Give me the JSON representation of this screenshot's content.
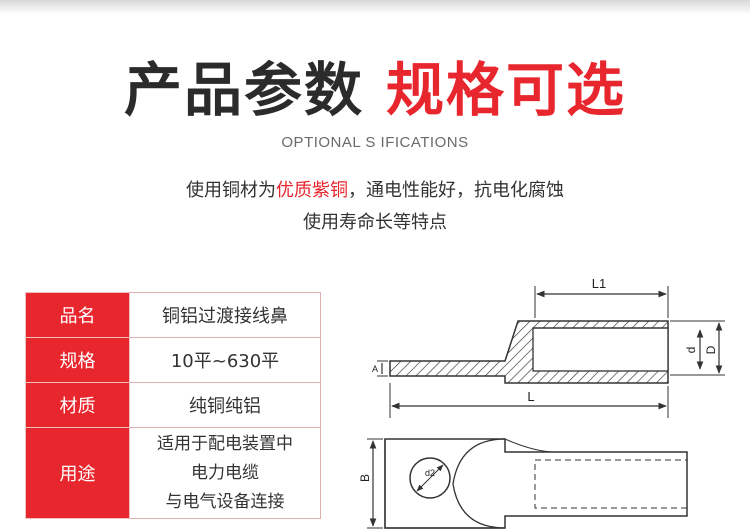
{
  "title": {
    "part1": "产品参数",
    "part2": "规格可选"
  },
  "subtitle": "OPTIONAL S IFICATIONS",
  "description": {
    "line1_prefix": "使用铜材为",
    "line1_highlight": "优质紫铜",
    "line1_suffix": "，通电性能好，抗电化腐蚀",
    "line2": "使用寿命长等特点"
  },
  "spec_table": {
    "rows": [
      {
        "key": "品名",
        "value": "铜铝过渡接线鼻"
      },
      {
        "key": "规格",
        "value": "10平~630平"
      },
      {
        "key": "材质",
        "value": "纯铜纯铝"
      },
      {
        "key": "用途",
        "value_lines": [
          "适用于配电装置中",
          "电力电缆",
          "与电气设备连接"
        ]
      }
    ]
  },
  "diagram": {
    "labels": {
      "l1": "L1",
      "l": "L",
      "d_small": "d",
      "d_big": "D",
      "a": "A",
      "b": "B",
      "d2": "d2"
    }
  },
  "colors": {
    "accent": "#e8262d",
    "dark_text": "#2b2b2b"
  }
}
